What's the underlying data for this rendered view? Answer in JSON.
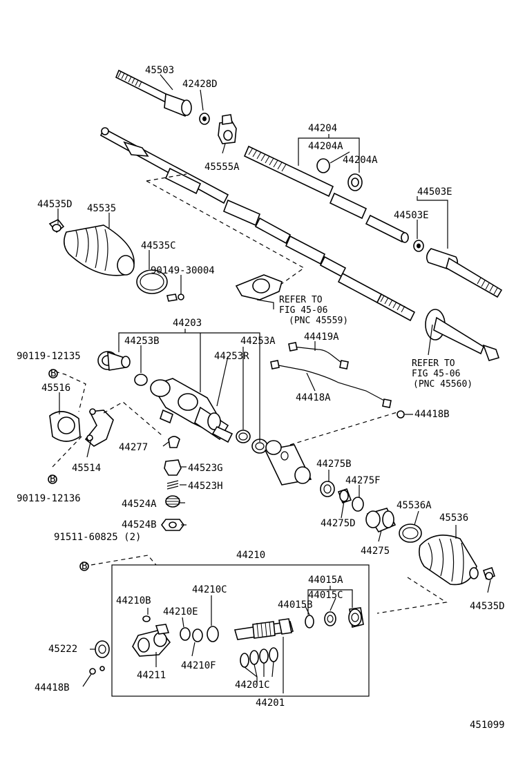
{
  "labels": {
    "p45503": "45503",
    "p42428D": "42428D",
    "p45555A": "45555A",
    "p44204": "44204",
    "p44204A_1": "44204A",
    "p44204A_2": "44204A",
    "p44503E_1": "44503E",
    "p44503E_2": "44503E",
    "p44535D_1": "44535D",
    "p45535": "45535",
    "p44535C": "44535C",
    "p90149": "90149-30004",
    "p44203": "44203",
    "p44253B": "44253B",
    "p44253A": "44253A",
    "p44253R": "44253R",
    "p44419A": "44419A",
    "p44418A": "44418A",
    "p44418B_1": "44418B",
    "p90119_1": "90119-12135",
    "p45516": "45516",
    "p45514": "45514",
    "p90119_2": "90119-12136",
    "p44277": "44277",
    "p44523G": "44523G",
    "p44523H": "44523H",
    "p44524A": "44524A",
    "p44524B": "44524B",
    "p91511": "91511-60825 (2)",
    "p44275B": "44275B",
    "p44275F": "44275F",
    "p44275D": "44275D",
    "p44275": "44275",
    "p45536A": "45536A",
    "p45536": "45536",
    "p44535D_2": "44535D",
    "p44210": "44210",
    "p44210B": "44210B",
    "p44210C": "44210C",
    "p44210E": "44210E",
    "p44210F": "44210F",
    "p44211": "44211",
    "p44015A": "44015A",
    "p44015B": "44015B",
    "p44015C": "44015C",
    "p44201C": "44201C",
    "p44201": "44201",
    "p45222": "45222",
    "p44418B_2": "44418B",
    "diagram_id": "451099"
  },
  "references": {
    "ref1": [
      "REFER TO",
      "FIG 45-06",
      "(PNC 45559)"
    ],
    "ref2": [
      "REFER TO",
      "FIG 45-06",
      "(PNC 45560)"
    ]
  },
  "markers": {
    "bolt": "B"
  }
}
